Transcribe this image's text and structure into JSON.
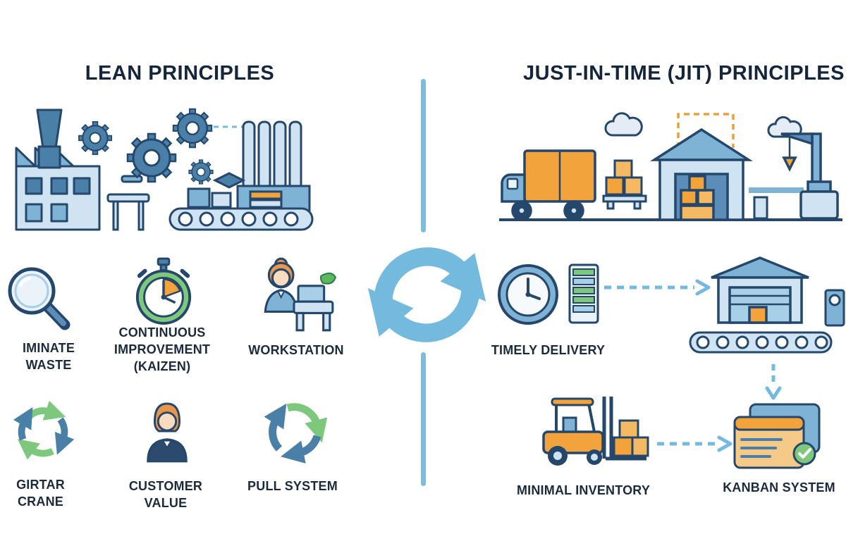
{
  "titles": {
    "left": "LEAN PRINCIPLES",
    "right": "JUST-IN-TIME (JIT) PRINCIPLES"
  },
  "labels": {
    "eliminate_waste": "IMINATE WASTE",
    "continuous_line1": "CONTINUOUS",
    "continuous_line2": "IMPROVEMENT",
    "continuous_line3": "(KAIZEN)",
    "workstation": "WORKSTATION",
    "girtar_line1": "GIRTAR",
    "girtar_line2": "CRANE",
    "customer_value": "CUSTOMER VALUE",
    "pull_system": "PULL SYSTEM",
    "timely_delivery": "TIMELY DELIVERY",
    "minimal_inventory": "MINIMAL INVENTORY",
    "kanban_system": "KANBAN SYSTEM"
  },
  "icons": {
    "left": [
      "factory-gears-illustration",
      "magnifying-glass-icon",
      "stopwatch-icon",
      "workstation-woman-icon",
      "recycle-arrows-icon",
      "customer-person-icon",
      "pull-system-arrows-icon"
    ],
    "center": [
      "cycle-sync-icon"
    ],
    "right": [
      "jit-supply-chain-illustration",
      "clock-checklist-icon",
      "warehouse-conveyor-icon",
      "forklift-icon",
      "kanban-cards-icon"
    ]
  },
  "colors": {
    "outline": "#24476b",
    "light_blue": "#cfe3f2",
    "mid_blue": "#7fb3d5",
    "steel_blue": "#4a7fa8",
    "accent_blue": "#74b9de",
    "orange": "#f2a33c",
    "green": "#7dc87d",
    "text": "#15253c"
  }
}
